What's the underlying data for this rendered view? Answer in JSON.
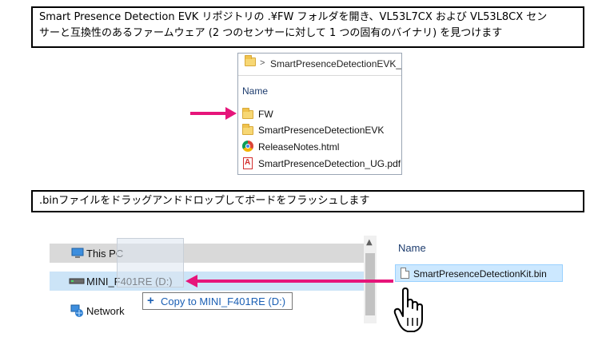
{
  "captions": {
    "step1_line1": "Smart Presence Detection EVK リポジトリの .¥FW フォルダを開き、VL53L7CX および VL53L8CX セン",
    "step1_line2": "サーと互換性のあるファームウェア (2 つのセンサーに対して 1 つの固有のバイナリ) を見つけます",
    "step2": ".binファイルをドラッグアンドドロップしてボードをフラッシュします"
  },
  "explorer1": {
    "address_path": "SmartPresenceDetectionEVK_v",
    "column_header": "Name",
    "items": [
      {
        "label": "FW",
        "icon": "folder-icon"
      },
      {
        "label": "SmartPresenceDetectionEVK",
        "icon": "folder-icon"
      },
      {
        "label": "ReleaseNotes.html",
        "icon": "chrome-icon"
      },
      {
        "label": "SmartPresenceDetection_UG.pdf",
        "icon": "pdf-icon"
      }
    ]
  },
  "explorer2": {
    "nav_items": [
      {
        "label": "This PC",
        "icon": "computer-icon"
      },
      {
        "label": "MINI_F401RE (D:)",
        "icon": "drive-icon"
      },
      {
        "label": "Network",
        "icon": "network-icon"
      }
    ],
    "copy_tooltip": "Copy to MINI_F401RE (D:)",
    "right_column_header": "Name",
    "file": {
      "label": "SmartPresenceDetectionKit.bin",
      "icon": "file-icon"
    }
  },
  "colors": {
    "arrow": "#e6157a",
    "selection": "#cce8ff",
    "nav_selected": "#cce4f7",
    "folder": "#f7d774"
  }
}
